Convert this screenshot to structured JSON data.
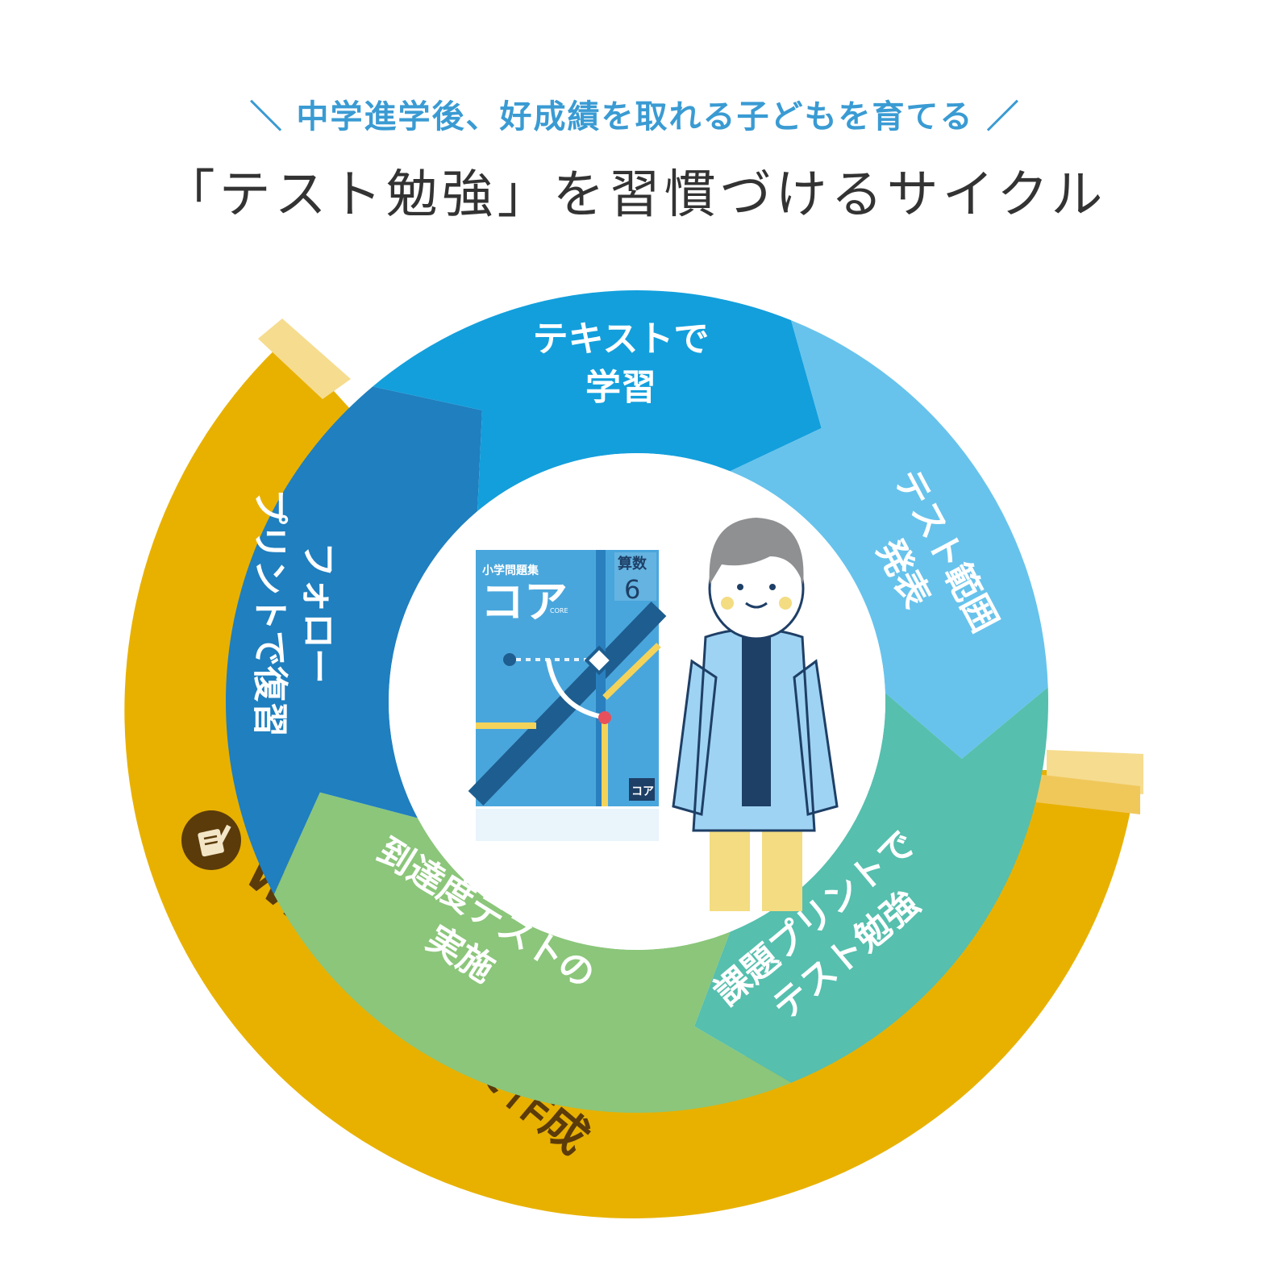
{
  "header": {
    "subtitle": "＼ 中学進学後、好成績を取れる子どもを育てる ／",
    "title": "「テスト勉強」を習慣づけるサイクル"
  },
  "cycle": {
    "steps": [
      {
        "lines": [
          "テキストで",
          "学習"
        ],
        "color": "#1f7fbf"
      },
      {
        "lines": [
          "テスト範囲",
          "発表"
        ],
        "color": "#139fdc"
      },
      {
        "lines": [
          "課題プリントで",
          "テスト勉強"
        ],
        "color": "#67c3ec"
      },
      {
        "lines": [
          "到達度テストの",
          "実施"
        ],
        "color": "#56bfae"
      },
      {
        "lines": [
          "フォロー",
          "プリントで復習"
        ],
        "color": "#8bc67a"
      }
    ],
    "outer_band": {
      "label": "WEBプリントで作成",
      "color": "#e8b100",
      "text_color": "#5b3b0a"
    }
  },
  "book": {
    "series": "小学問題集",
    "title": "コア",
    "title_sub": "CORE",
    "subject": "算数",
    "grade": "6",
    "logo": "コア"
  },
  "icons": {
    "web_print": "document-pen-icon"
  }
}
